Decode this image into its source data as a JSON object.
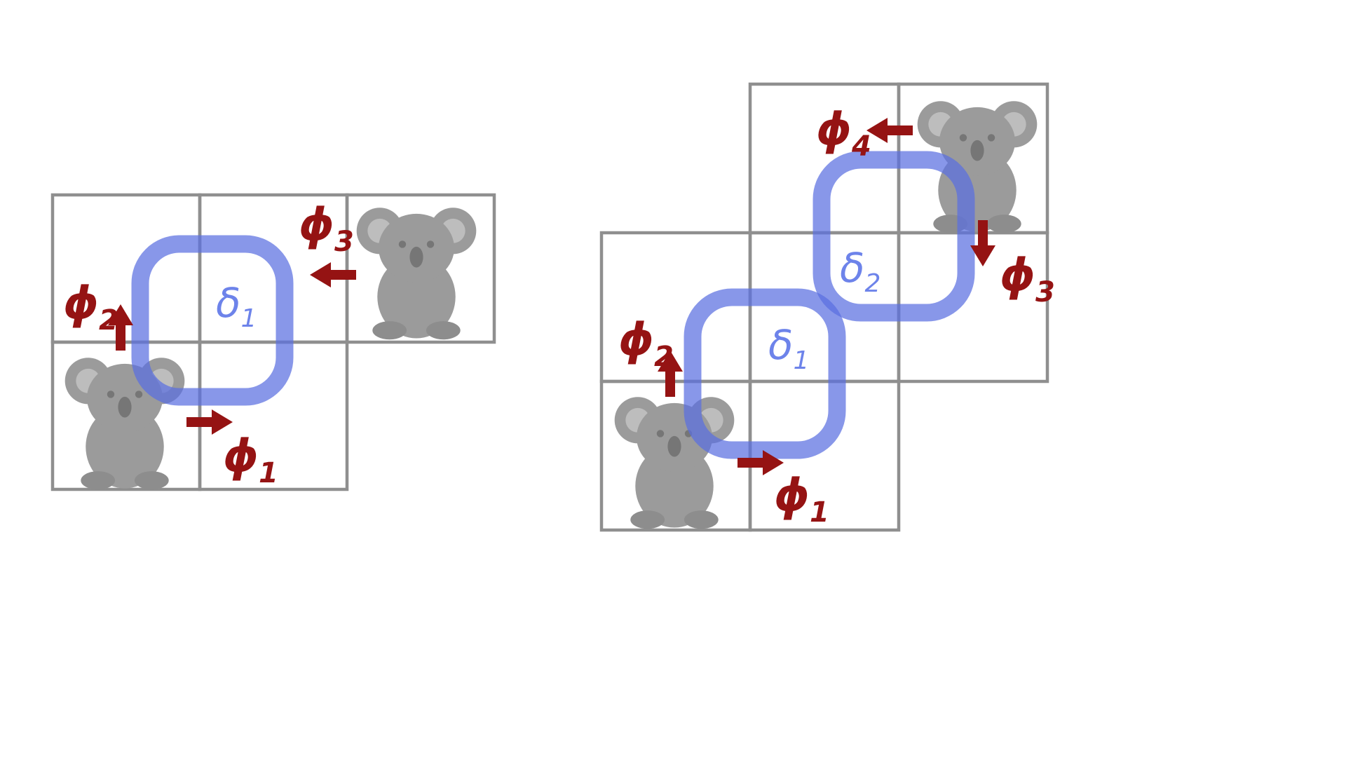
{
  "colors": {
    "background": "#ffffff",
    "grid": "#8f8f8f",
    "loop": "#5a6fe0",
    "delta_label": "#6d83ea",
    "arrow": "#951313",
    "koala_body": "#9b9b9b",
    "koala_inner_ear": "#bdbdbd",
    "koala_features": "#767676",
    "koala_shade": "#8d8d8d"
  },
  "figure_left": {
    "delta_1": {
      "base": "δ",
      "sub": "1"
    },
    "phi_1": {
      "base": "ϕ",
      "sub": "1"
    },
    "phi_2": {
      "base": "ϕ",
      "sub": "2"
    },
    "phi_3": {
      "base": "ϕ",
      "sub": "3"
    }
  },
  "figure_right": {
    "delta_1": {
      "base": "δ",
      "sub": "1"
    },
    "delta_2": {
      "base": "δ",
      "sub": "2"
    },
    "phi_1": {
      "base": "ϕ",
      "sub": "1"
    },
    "phi_2": {
      "base": "ϕ",
      "sub": "2"
    },
    "phi_3": {
      "base": "ϕ",
      "sub": "3"
    },
    "phi_4": {
      "base": "ϕ",
      "sub": "4"
    }
  }
}
